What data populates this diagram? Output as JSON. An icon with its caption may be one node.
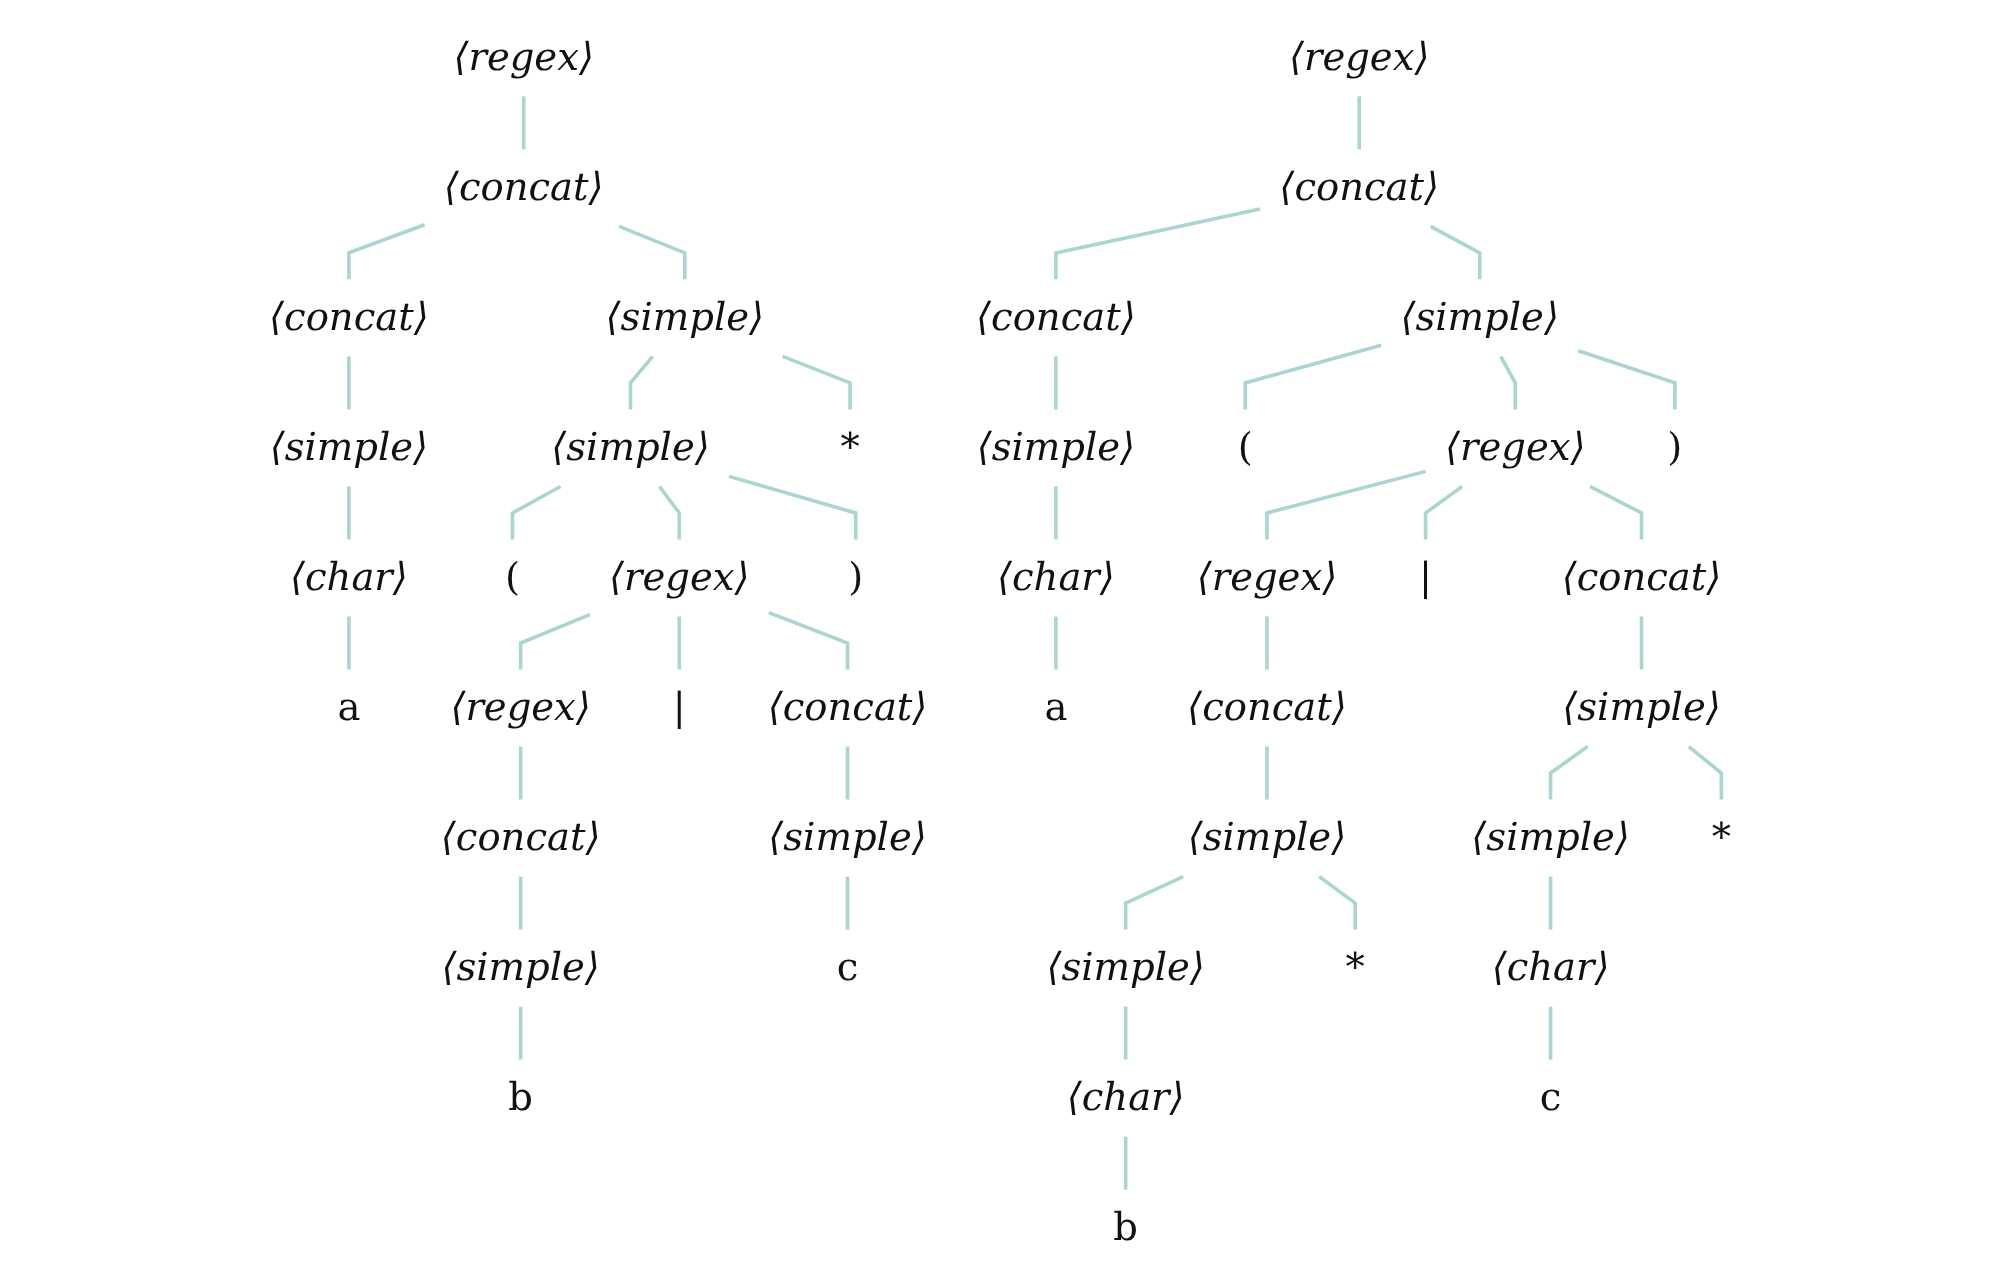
{
  "diagram": {
    "nodes": [
      {
        "text": [
          "⟨regex⟩"
        ]
      },
      {
        "text": [
          "⟨concat⟩"
        ]
      },
      {
        "text": [
          "⟨concat⟩"
        ]
      },
      {
        "text": [
          "⟨simple⟩"
        ]
      },
      {
        "text": [
          "⟨simple⟩"
        ]
      },
      {
        "text": [
          "⟨simple⟩"
        ]
      },
      {
        "text": [
          "*"
        ]
      },
      {
        "text": [
          "⟨char⟩"
        ]
      },
      {
        "text": [
          "("
        ]
      },
      {
        "text": [
          "⟨regex⟩"
        ]
      },
      {
        "text": [
          ")"
        ]
      },
      {
        "text": [
          "a"
        ]
      },
      {
        "text": [
          "⟨regex⟩"
        ]
      },
      {
        "text": [
          "|"
        ]
      },
      {
        "text": [
          "⟨concat⟩"
        ]
      },
      {
        "text": [
          "⟨concat⟩"
        ]
      },
      {
        "text": [
          "⟨simple⟩"
        ]
      },
      {
        "text": [
          "⟨simple⟩"
        ]
      },
      {
        "text": [
          "c"
        ]
      },
      {
        "text": [
          "b"
        ]
      },
      {
        "text": [
          "⟨regex⟩"
        ]
      },
      {
        "text": [
          "⟨concat⟩"
        ]
      },
      {
        "text": [
          "⟨concat⟩"
        ]
      },
      {
        "text": [
          "⟨simple⟩"
        ]
      },
      {
        "text": [
          "⟨simple⟩"
        ]
      },
      {
        "text": [
          "("
        ]
      },
      {
        "text": [
          "⟨regex⟩"
        ]
      },
      {
        "text": [
          ")"
        ]
      },
      {
        "text": [
          "⟨char⟩"
        ]
      },
      {
        "text": [
          "⟨regex⟩"
        ]
      },
      {
        "text": [
          "|"
        ]
      },
      {
        "text": [
          "⟨concat⟩"
        ]
      },
      {
        "text": [
          "a"
        ]
      },
      {
        "text": [
          "⟨concat⟩"
        ]
      },
      {
        "text": [
          "⟨simple⟩"
        ]
      },
      {
        "text": [
          "⟨simple⟩"
        ]
      },
      {
        "text": [
          "⟨simple⟩"
        ]
      },
      {
        "text": [
          "*"
        ]
      },
      {
        "text": [
          "⟨simple⟩"
        ]
      },
      {
        "text": [
          "*"
        ]
      },
      {
        "text": [
          "⟨char⟩"
        ]
      },
      {
        "text": [
          "⟨char⟩"
        ]
      },
      {
        "text": [
          "c"
        ]
      },
      {
        "text": [
          "b"
        ]
      }
    ],
    "edges": [
      {
        "from": 0,
        "to": 1,
        "arrow": "none"
      },
      {
        "from": 1,
        "to": 2,
        "arrow": "none"
      },
      {
        "from": 1,
        "to": 3,
        "arrow": "none"
      },
      {
        "from": 2,
        "to": 4,
        "arrow": "none"
      },
      {
        "from": 3,
        "to": 5,
        "arrow": "none"
      },
      {
        "from": 3,
        "to": 6,
        "arrow": "none"
      },
      {
        "from": 4,
        "to": 7,
        "arrow": "none"
      },
      {
        "from": 5,
        "to": 8,
        "arrow": "none"
      },
      {
        "from": 5,
        "to": 9,
        "arrow": "none"
      },
      {
        "from": 5,
        "to": 10,
        "arrow": "none"
      },
      {
        "from": 7,
        "to": 11,
        "arrow": "none"
      },
      {
        "from": 9,
        "to": 12,
        "arrow": "none"
      },
      {
        "from": 9,
        "to": 13,
        "arrow": "none"
      },
      {
        "from": 9,
        "to": 14,
        "arrow": "none"
      },
      {
        "from": 12,
        "to": 15,
        "arrow": "none"
      },
      {
        "from": 14,
        "to": 16,
        "arrow": "none"
      },
      {
        "from": 15,
        "to": 17,
        "arrow": "none"
      },
      {
        "from": 16,
        "to": 18,
        "arrow": "none"
      },
      {
        "from": 17,
        "to": 19,
        "arrow": "none"
      },
      {
        "from": 20,
        "to": 21,
        "arrow": "none"
      },
      {
        "from": 21,
        "to": 22,
        "arrow": "none"
      },
      {
        "from": 21,
        "to": 23,
        "arrow": "none"
      },
      {
        "from": 22,
        "to": 24,
        "arrow": "none"
      },
      {
        "from": 23,
        "to": 25,
        "arrow": "none"
      },
      {
        "from": 23,
        "to": 26,
        "arrow": "none"
      },
      {
        "from": 23,
        "to": 27,
        "arrow": "none"
      },
      {
        "from": 24,
        "to": 28,
        "arrow": "none"
      },
      {
        "from": 26,
        "to": 29,
        "arrow": "none"
      },
      {
        "from": 26,
        "to": 30,
        "arrow": "none"
      },
      {
        "from": 26,
        "to": 31,
        "arrow": "none"
      },
      {
        "from": 28,
        "to": 32,
        "arrow": "none"
      },
      {
        "from": 29,
        "to": 33,
        "arrow": "none"
      },
      {
        "from": 31,
        "to": 34,
        "arrow": "none"
      },
      {
        "from": 33,
        "to": 35,
        "arrow": "none"
      },
      {
        "from": 34,
        "to": 36,
        "arrow": "none"
      },
      {
        "from": 34,
        "to": 37,
        "arrow": "none"
      },
      {
        "from": 35,
        "to": 38,
        "arrow": "none"
      },
      {
        "from": 35,
        "to": 39,
        "arrow": "none"
      },
      {
        "from": 36,
        "to": 40,
        "arrow": "none"
      },
      {
        "from": 38,
        "to": 41,
        "arrow": "none"
      },
      {
        "from": 40,
        "to": 42,
        "arrow": "none"
      },
      {
        "from": 41,
        "to": 43,
        "arrow": "none"
      }
    ]
  }
}
